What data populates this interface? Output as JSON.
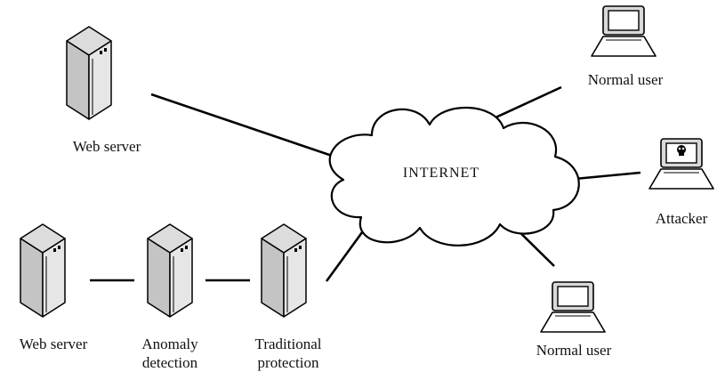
{
  "diagram": {
    "cloud_label": "INTERNET",
    "nodes": {
      "web_server_top": {
        "label": "Web server"
      },
      "normal_user_top": {
        "label": "Normal user"
      },
      "attacker": {
        "label": "Attacker"
      },
      "normal_user_bottom": {
        "label": "Normal user"
      },
      "web_server_bottom": {
        "label": "Web server"
      },
      "anomaly_detection": {
        "label_line1": "Anomaly",
        "label_line2": "detection"
      },
      "traditional_protection": {
        "label_line1": "Traditional",
        "label_line2": "protection"
      }
    },
    "edges": [
      {
        "from": "web_server_top",
        "to": "internet"
      },
      {
        "from": "normal_user_top",
        "to": "internet"
      },
      {
        "from": "attacker",
        "to": "internet"
      },
      {
        "from": "normal_user_bottom",
        "to": "internet"
      },
      {
        "from": "traditional_protection",
        "to": "internet"
      },
      {
        "from": "web_server_bottom",
        "to": "anomaly_detection"
      },
      {
        "from": "anomaly_detection",
        "to": "traditional_protection"
      }
    ],
    "colors": {
      "stroke": "#000000",
      "server_face": "#e6e6e6",
      "server_side": "#c4c4c4",
      "laptop_fill": "#d9d9d9",
      "background": "#ffffff"
    }
  }
}
